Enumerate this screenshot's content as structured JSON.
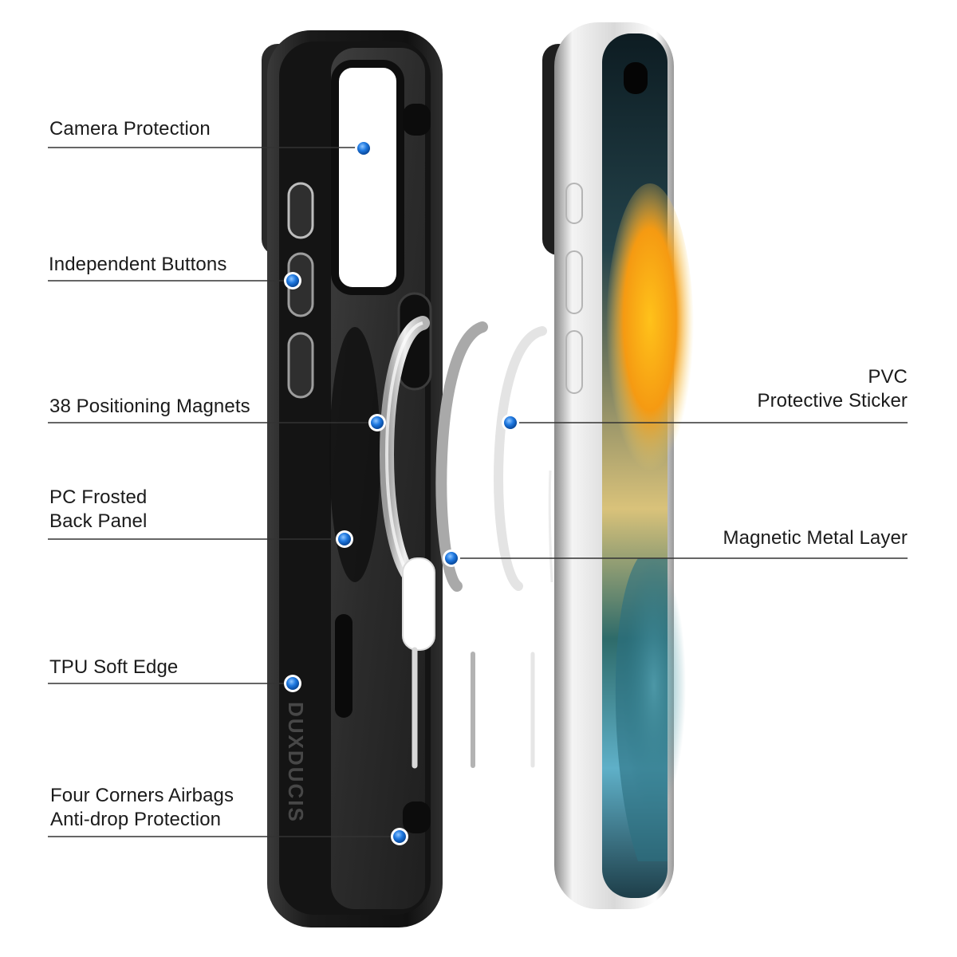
{
  "brand": {
    "wordmark": "DUXDUCIS"
  },
  "callouts": {
    "camera_protection": {
      "lines": [
        "Camera Protection"
      ]
    },
    "independent_buttons": {
      "lines": [
        "Independent Buttons"
      ]
    },
    "positioning_magnets": {
      "lines": [
        "38 Positioning Magnets"
      ]
    },
    "pc_back_panel": {
      "lines": [
        "PC Frosted",
        "Back Panel"
      ]
    },
    "tpu_soft_edge": {
      "lines": [
        "TPU Soft Edge"
      ]
    },
    "corner_airbags": {
      "lines": [
        "Four Corners Airbags",
        "Anti-drop Protection"
      ]
    },
    "pvc_sticker": {
      "lines": [
        "PVC",
        "Protective Sticker"
      ]
    },
    "magnetic_metal_layer": {
      "lines": [
        "Magnetic Metal Layer"
      ]
    }
  },
  "colors": {
    "marker_blue": "#1565c0",
    "marker_light": "#8fc6ff",
    "case_black": "#1c1c1c",
    "leader_line": "#333333"
  }
}
